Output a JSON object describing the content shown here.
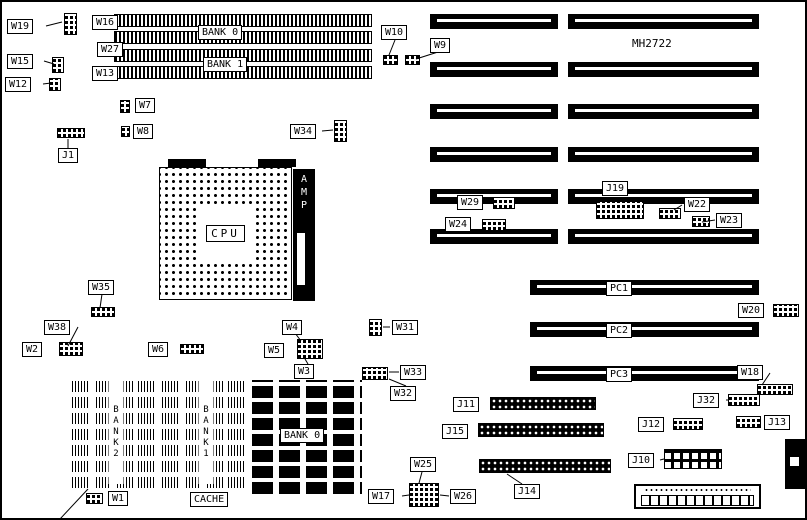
{
  "board": {
    "model": "MH2722"
  },
  "cpu": {
    "label": "CPU",
    "amp": "AMP"
  },
  "simm": {
    "bank0": "BANK 0",
    "bank1": "BANK 1"
  },
  "dram": {
    "bank2": "BANK2",
    "bank1": "BANK1"
  },
  "sram": {
    "bank0": "BANK 0",
    "cache": "CACHE"
  },
  "pci": {
    "pc1": "PC1",
    "pc2": "PC2",
    "pc3": "PC3"
  },
  "jumpers": {
    "w1": "W1",
    "w2": "W2",
    "w3": "W3",
    "w4": "W4",
    "w5": "W5",
    "w6": "W6",
    "w7": "W7",
    "w8": "W8",
    "w9": "W9",
    "w10": "W10",
    "w12": "W12",
    "w13": "W13",
    "w15": "W15",
    "w16": "W16",
    "w17": "W17",
    "w18": "W18",
    "w19": "W19",
    "w20": "W20",
    "w22": "W22",
    "w23": "W23",
    "w24": "W24",
    "w25": "W25",
    "w26": "W26",
    "w27": "W27",
    "w29": "W29",
    "w31": "W31",
    "w32": "W32",
    "w33": "W33",
    "w34": "W34",
    "w35": "W35",
    "w38": "W38",
    "j1": "J1",
    "j10": "J10",
    "j11": "J11",
    "j12": "J12",
    "j13": "J13",
    "j14": "J14",
    "j15": "J15",
    "j19": "J19",
    "j32": "J32"
  }
}
